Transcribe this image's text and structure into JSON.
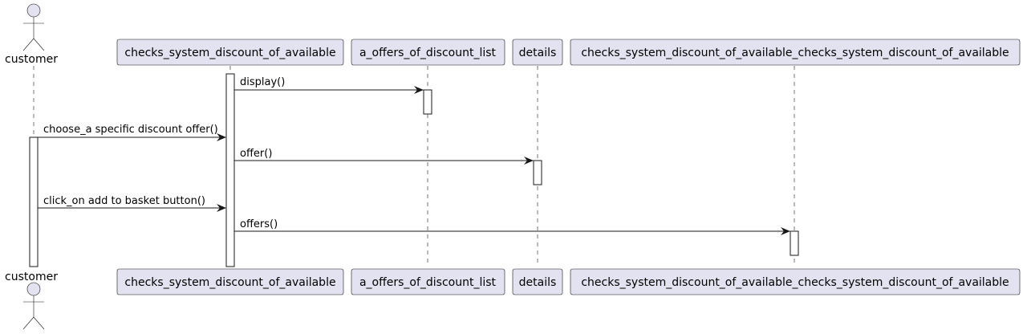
{
  "diagram": {
    "participants": [
      {
        "id": "customer",
        "label": "customer",
        "kind": "actor"
      },
      {
        "id": "system",
        "label": "checks_system_discount_of_available",
        "kind": "participant"
      },
      {
        "id": "list",
        "label": "a_offers_of_discount_list",
        "kind": "participant"
      },
      {
        "id": "details",
        "label": "details",
        "kind": "participant"
      },
      {
        "id": "combo",
        "label": "checks_system_discount_of_available_checks_system_discount_of_available",
        "kind": "participant"
      }
    ],
    "messages": [
      {
        "from": "system",
        "to": "list",
        "label": "display()"
      },
      {
        "from": "customer",
        "to": "system",
        "label": "choose_a specific discount offer()"
      },
      {
        "from": "system",
        "to": "details",
        "label": "offer()"
      },
      {
        "from": "customer",
        "to": "system",
        "label": "click_on add to basket button()"
      },
      {
        "from": "system",
        "to": "combo",
        "label": "offers()"
      }
    ]
  }
}
